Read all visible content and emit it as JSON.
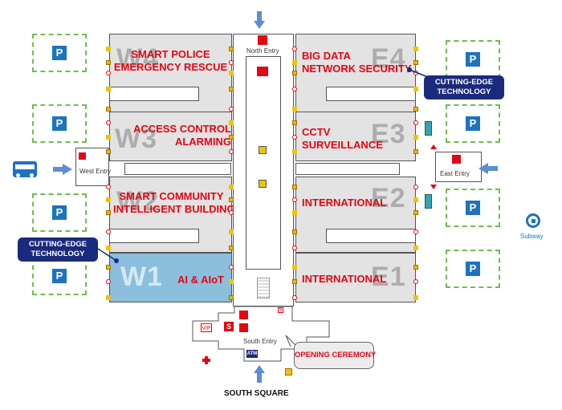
{
  "entries": {
    "north": "North Entry",
    "west": "West Entry",
    "east": "East Entry",
    "south": "South Entry"
  },
  "halls": {
    "w4": {
      "name": "W4",
      "label_lines": [
        "SMART POLICE",
        "EMERGENCY RESCUE"
      ]
    },
    "w3": {
      "name": "W3",
      "label_lines": [
        "ACCESS CONTROL",
        "ALARMING"
      ]
    },
    "w2": {
      "name": "W2",
      "label_lines": [
        "SMART COMMUNITY",
        "INTELLIGENT BUILDING"
      ]
    },
    "w1": {
      "name": "W1",
      "label_lines": [
        "AI & AIoT"
      ]
    },
    "e4": {
      "name": "E4",
      "label_lines": [
        "BIG DATA",
        "NETWORK SECURITY"
      ]
    },
    "e3": {
      "name": "E3",
      "label_lines": [
        "CCTV",
        "SURVEILLANCE"
      ]
    },
    "e2": {
      "name": "E2",
      "label_lines": [
        "INTERNATIONAL"
      ]
    },
    "e1": {
      "name": "E1",
      "label_lines": [
        "INTERNATIONAL"
      ]
    }
  },
  "callouts": {
    "east": [
      "CUTTING-EDGE",
      "TECHNOLOGY"
    ],
    "west": [
      "CUTTING-EDGE",
      "TECHNOLOGY"
    ],
    "opening": "OPENING CEREMONY"
  },
  "south_square": "SOUTH SQUARE",
  "subway": "Subway",
  "icons": {
    "parking_letter": "P",
    "vip": "VIP",
    "atm": "ATM",
    "service": "S",
    "b_marker": "B"
  },
  "colors": {
    "hall_fill": "#e3e3e3",
    "highlight_w1": "#8bbfdc",
    "label_red": "#e30613",
    "callout_navy": "#1a2a7c",
    "parking_green": "#6cc04a",
    "arrow_blue": "#5b8fd0"
  }
}
